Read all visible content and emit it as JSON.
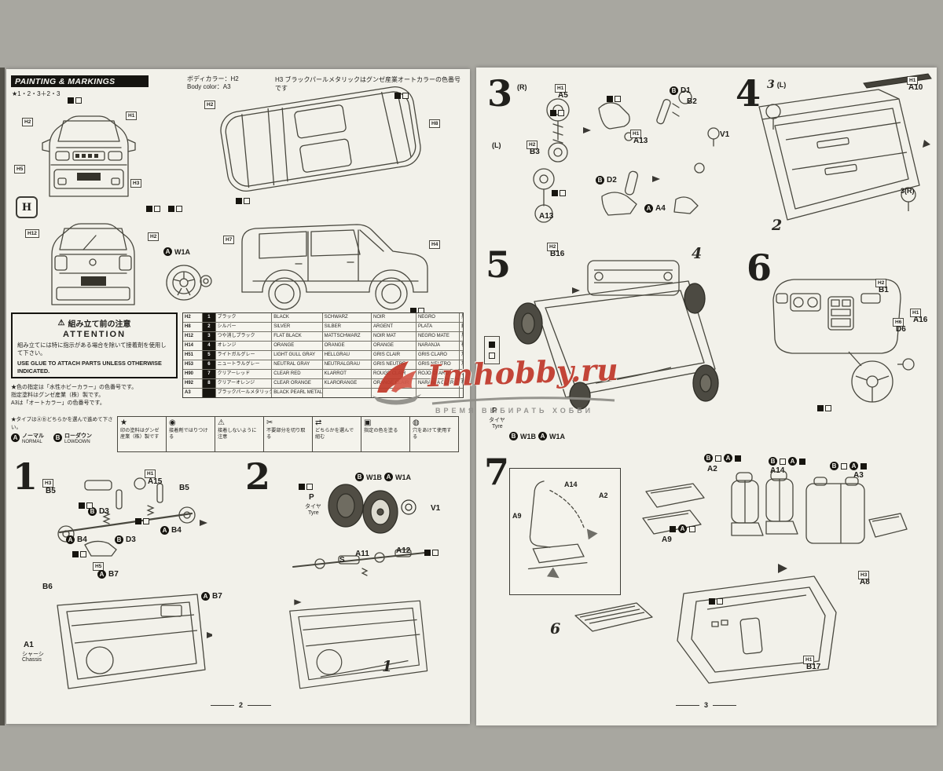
{
  "pages": {
    "left_no": "2",
    "right_no": "3"
  },
  "watermark": {
    "brand": "Imhobby.ru",
    "tagline": "ВРЕМЯ ВЫБИРАТЬ ХОББИ"
  },
  "painting": {
    "header": "PAINTING & MARKINGS",
    "star_row": "★1・2・3＋2・3",
    "body_color_jp": "ボディカラー：H2",
    "body_color_en": "Body color：A3",
    "auto_note": "H3 ブラックパールメタリックはグンゼ産業オートカラーの色番号です",
    "honda": "H",
    "wheel_code": "W1A"
  },
  "attention": {
    "warn": "⚠",
    "title_jp": "組み立て前の注意",
    "title_en": "ATTENTION",
    "body_jp": "組み立てには特に指示がある場合を除いて接着剤を使用して下さい。",
    "body_en": "USE GLUE TO ATTACH PARTS UNLESS OTHERWISE INDICATED."
  },
  "paint_note": {
    "l1": "★色の指定は「水性ホビーカラー」の色番号です。",
    "l2": "指定塗料はグンゼ産業（株）製です。",
    "l3": "A3は「オートカラー」の色番号です。"
  },
  "color_table": {
    "rows": [
      {
        "code": "H2",
        "num": "1",
        "jp": "ブラック",
        "en": "BLACK",
        "de": "SCHWARZ",
        "fr": "NOIR",
        "es": "NEGRO",
        "k": "黒"
      },
      {
        "code": "H8",
        "num": "2",
        "jp": "シルバー",
        "en": "SILVER",
        "de": "SILBER",
        "fr": "ARGENT",
        "es": "PLATA",
        "k": "銀"
      },
      {
        "code": "H12",
        "num": "3",
        "jp": "つや消しブラック",
        "en": "FLAT BLACK",
        "de": "MATTSCHWARZ",
        "fr": "NOIR MAT",
        "es": "NEGRO MATE",
        "k": "黒"
      },
      {
        "code": "H14",
        "num": "4",
        "jp": "オレンジ",
        "en": "ORANGE",
        "de": "ORANGE",
        "fr": "ORANGE",
        "es": "NARANJA",
        "k": "橙"
      },
      {
        "code": "H51",
        "num": "5",
        "jp": "ライトガルグレー",
        "en": "LIGHT GULL GRAY",
        "de": "HELLGRAU",
        "fr": "GRIS CLAIR",
        "es": "GRIS CLARO",
        "k": "灰"
      },
      {
        "code": "H53",
        "num": "6",
        "jp": "ニュートラルグレー",
        "en": "NEUTRAL GRAY",
        "de": "NEUTRALGRAU",
        "fr": "GRIS NEUTRE",
        "es": "GRIS NEUTRO",
        "k": "灰"
      },
      {
        "code": "H90",
        "num": "7",
        "jp": "クリアーレッド",
        "en": "CLEAR RED",
        "de": "KLARROT",
        "fr": "ROUGE CLAIR",
        "es": "ROJO CLARO",
        "k": "赤"
      },
      {
        "code": "H92",
        "num": "8",
        "jp": "クリアーオレンジ",
        "en": "CLEAR ORANGE",
        "de": "KLARORANGE",
        "fr": "ORANGE CLAIR",
        "es": "NARANJA CLARO",
        "k": "橙"
      },
      {
        "code": "A3",
        "num": "",
        "jp": "ブラックパールメタリック",
        "en": "BLACK PEARL METALLIC",
        "de": "",
        "fr": "",
        "es": "",
        "k": ""
      }
    ]
  },
  "legend": {
    "items": [
      {
        "icon": "★",
        "text": "印の塗料はグンゼ産業（株）製です"
      },
      {
        "icon": "◉",
        "text": "接着剤ではりつける"
      },
      {
        "icon": "⚠",
        "text": "接着しないように注意"
      },
      {
        "icon": "✂",
        "text": "不要部分を切り取る"
      },
      {
        "icon": "⇄",
        "text": "どちらかを選んで組む"
      },
      {
        "icon": "▣",
        "text": "指定の色を塗る"
      },
      {
        "icon": "◍",
        "text": "穴をあけて使用する"
      }
    ]
  },
  "type_select": {
    "note": "★タイプはⒶⒷどちらかを選んで進めて下さい。",
    "a_jp": "ノーマル",
    "a_en": "NORMAL",
    "b_jp": "ローダウン",
    "b_en": "LOWDOWN"
  },
  "chips": {
    "a": "A",
    "b": "B"
  },
  "h_marks": [
    "H2",
    "H1",
    "H5",
    "H3",
    "H2",
    "H8",
    "H12",
    "H2",
    "H7",
    "H4",
    "H3",
    "H1",
    "H5",
    "H1",
    "H1",
    "H2",
    "H1",
    "H2",
    "H2",
    "H6",
    "H1",
    "H3",
    "H1"
  ],
  "steps": {
    "s1": {
      "num": "1",
      "b5a": "B5",
      "a15": "A15",
      "b5b": "B5",
      "d3a": "D3",
      "b4a": "B4",
      "d3b": "D3",
      "b4b": "B4",
      "b7a": "B7",
      "b6": "B6",
      "b7b": "B7",
      "a1": "A1",
      "chassis_jp": "シャーシ",
      "chassis_en": "Chassis"
    },
    "s2": {
      "num": "2",
      "p": "P",
      "tyre_jp": "タイヤ",
      "tyre_en": "Tyre",
      "w1b": "W1B",
      "w1a": "W1A",
      "v1": "V1",
      "s": "S",
      "a11": "A11",
      "a12": "A12",
      "ref1": "1"
    },
    "s3": {
      "num": "3",
      "r": "(R)",
      "l": "(L)",
      "a5": "A5",
      "d1": "D1",
      "b2": "B2",
      "a13a": "A13",
      "v1": "V1",
      "b3": "B3",
      "d2": "D2",
      "a13b": "A13",
      "a4": "A4"
    },
    "s4": {
      "num": "4",
      "ref3": "3",
      "l": "(L)",
      "a10": "A10",
      "r3": "3(R)",
      "ref2": "2"
    },
    "s5": {
      "num": "5",
      "b16": "B16",
      "ref4": "4",
      "p": "P",
      "tyre_jp": "タイヤ",
      "tyre_en": "Tyre",
      "w1b": "W1B",
      "w1a": "W1A"
    },
    "s6": {
      "num": "6",
      "b1": "B1",
      "d6": "D6",
      "a16": "A16"
    },
    "s7": {
      "num": "7",
      "i_a14": "A14",
      "i_a2": "A2",
      "i_a9": "A9",
      "a2": "A2",
      "a14": "A14",
      "a3": "A3",
      "a9": "A9",
      "a8": "A8",
      "b17": "B17",
      "ref6": "6"
    }
  }
}
